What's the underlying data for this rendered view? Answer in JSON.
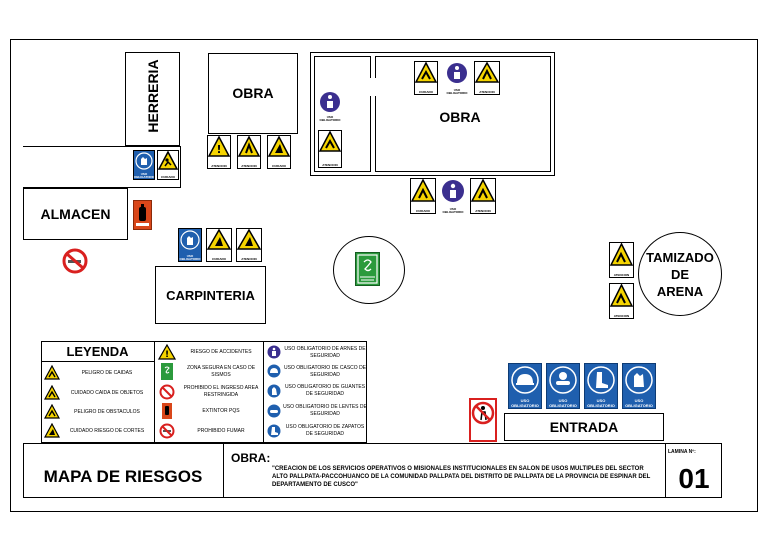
{
  "rooms": {
    "herreria": "HERRERIA",
    "obra_left": "OBRA",
    "obra_right": "OBRA",
    "almacen": "ALMACEN",
    "carpinteria": "CARPINTERIA",
    "tamizado": "TAMIZADO\nDE\nARENA",
    "entrada": "ENTRADA"
  },
  "sign_captions": {
    "cuidado": "CUIDADO",
    "atencion": "ATENCION",
    "uso_obligatorio": "USO OBLIGATORIO"
  },
  "legend": {
    "title": "LEYENDA",
    "left_items": [
      {
        "icon": "falling-person-icon",
        "label": "PELIGRO DE CAIDAS"
      },
      {
        "icon": "falling-objects-icon",
        "label": "CUIDADO CAIDA DE OBJETOS"
      },
      {
        "icon": "obstacle-icon",
        "label": "PELIGRO DE OBSTACULOS"
      },
      {
        "icon": "cut-hazard-icon",
        "label": "CUIDADO RIESGO DE CORTES"
      }
    ],
    "middle_items": [
      {
        "icon": "warning-triangle-icon",
        "label": "RIESGO DE ACCIDENTES"
      },
      {
        "icon": "earthquake-safe-zone-icon",
        "label": "ZONA SEGURA EN CASO DE SISMOS"
      },
      {
        "icon": "no-entry-icon",
        "label": "PROHIBIDO EL INGRESO AREA RESTRINGIDA"
      },
      {
        "icon": "fire-extinguisher-icon",
        "label": "EXTINTOR PQS"
      },
      {
        "icon": "no-smoking-icon",
        "label": "PROHIBIDO FUMAR"
      }
    ],
    "right_items": [
      {
        "icon": "harness-icon",
        "label": "USO OBLIGATORIO DE ARNES DE SEGURIDAD"
      },
      {
        "icon": "helmet-icon",
        "label": "USO OBLIGATORIO DE CASCO DE SEGURIDAD"
      },
      {
        "icon": "gloves-icon",
        "label": "USO OBLIGATORIO DE GUANTES DE SEGURIDAD"
      },
      {
        "icon": "goggles-icon",
        "label": "USO OBLIGATORIO DE LENTES DE SEGURIDAD"
      },
      {
        "icon": "boots-icon",
        "label": "USO OBLIGATORIO DE ZAPATOS DE SEGURIDAD"
      }
    ]
  },
  "title_block": {
    "map_title": "MAPA DE RIESGOS",
    "obra_label": "OBRA:",
    "obra_description": "\"CREACION DE LOS SERVICIOS OPERATIVOS O MISIONALES INSTITUCIONALES EN SALON DE USOS MULTIPLES DEL SECTOR ALTO PALLPATA-PACCOHUANCO DE LA COMUNIDAD PALLPATA DEL DISTRITO DE PALLPATA DE LA PROVINCIA DE ESPINAR DEL DEPARTAMENTO DE CUSCO\"",
    "lamina_label": "LAMINA Nº:",
    "lamina_number": "01"
  },
  "colors": {
    "warning_yellow": "#f5d400",
    "mandatory_blue": "#1f5fae",
    "harness_purple": "#3b2f8f",
    "prohibition_red": "#d9201f",
    "safe_green": "#2b9a3c",
    "extinguisher_red": "#d9471a"
  }
}
